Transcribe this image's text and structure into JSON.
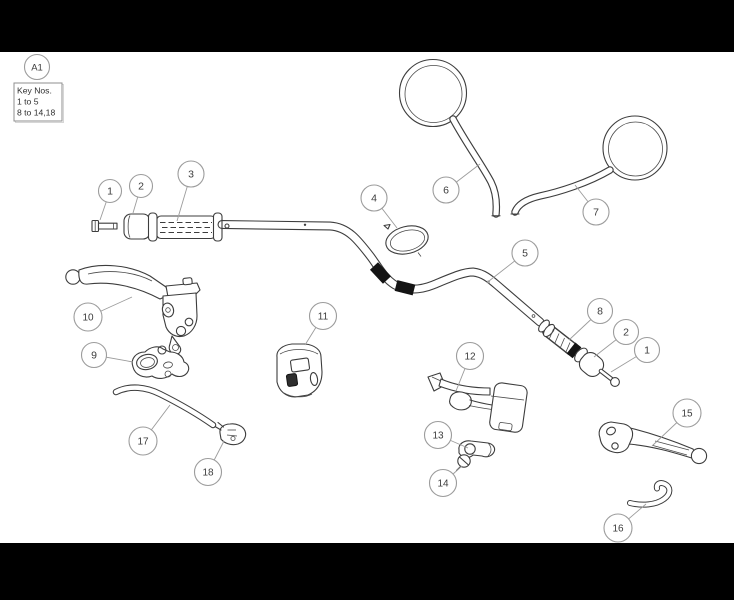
{
  "frame": {
    "letterbox_color": "#000000",
    "sheet_background": "#ffffff"
  },
  "sheet": {
    "label": "A1",
    "key_box": {
      "title": "Key Nos.",
      "lines": [
        "1 to 5",
        "8 to 14,18"
      ]
    }
  },
  "callouts": {
    "n1_left": "1",
    "n2_left": "2",
    "n3": "3",
    "n4": "4",
    "n5": "5",
    "n6": "6",
    "n7": "7",
    "n8": "8",
    "n2_right": "2",
    "n1_right": "1",
    "n9": "9",
    "n10": "10",
    "n11": "11",
    "n12": "12",
    "n13": "13",
    "n14": "14",
    "n15": "15",
    "n16": "16",
    "n17": "17",
    "n18": "18"
  },
  "colors": {
    "line": "#3d3d3d",
    "callout_stroke": "#9c9c9c",
    "callout_text": "#3c3c3c",
    "grip_band": "#141414",
    "letterbox": "#000000"
  }
}
